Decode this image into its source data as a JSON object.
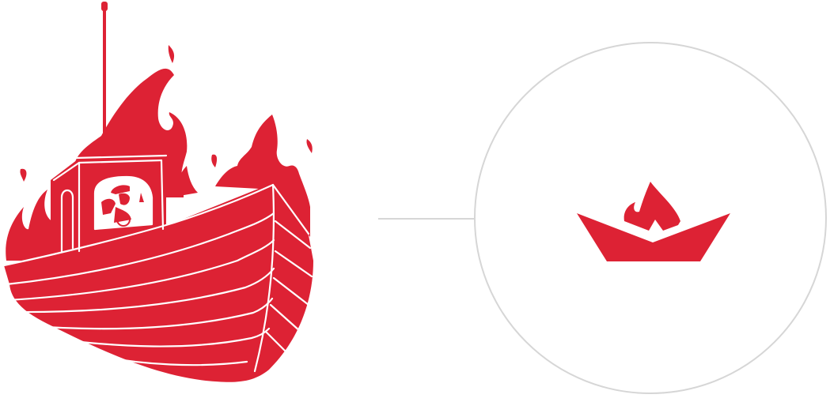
{
  "illustration": {
    "label": "Burning fishing boat with captain at the helm",
    "icon": "burning-boat-icon"
  },
  "connector": {
    "label": "Connector line"
  },
  "badge": {
    "label": "Paper boat with flame logo",
    "icon": "paper-boat-flame-icon"
  },
  "colors": {
    "brand_red": "#dd2234",
    "line_gray": "#d6d6d6",
    "background": "#ffffff"
  }
}
